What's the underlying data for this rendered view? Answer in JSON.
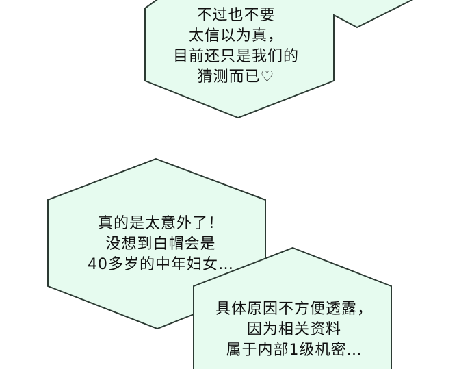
{
  "colors": {
    "background": "#ffffff",
    "bubble_fill": "#e6fbef",
    "bubble_stroke": "#2c3a33",
    "text": "#111111"
  },
  "bubbles": [
    {
      "lines": [
        "不过也不要",
        "太信以为真，",
        "目前还只是我们的",
        "猜测而已♡"
      ]
    },
    {
      "lines": [
        "真的是太意外了！",
        "没想到白帽会是",
        "40多岁的中年妇女…"
      ]
    },
    {
      "lines": [
        "具体原因不方便透露，",
        "因为相关资料",
        "属于内部1级机密…"
      ]
    }
  ]
}
